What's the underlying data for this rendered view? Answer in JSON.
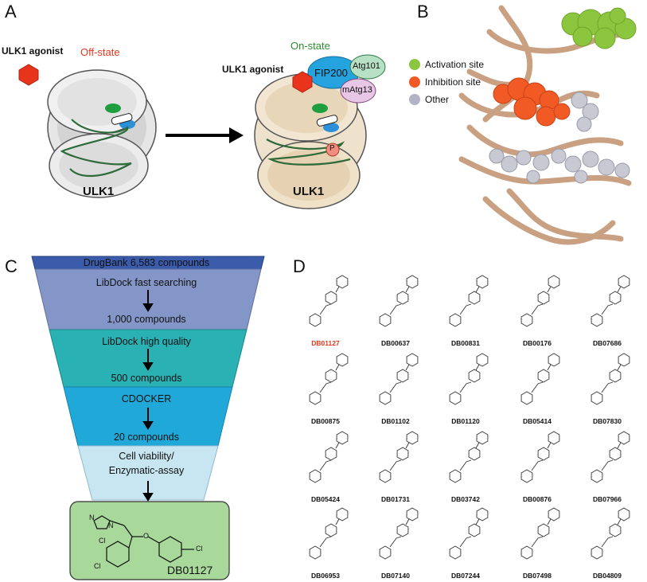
{
  "panels": {
    "a": "A",
    "b": "B",
    "c": "C",
    "d": "D"
  },
  "panel_a": {
    "agonist_left": "ULK1 agonist",
    "off_state": "Off-state",
    "on_state": "On-state",
    "agonist_right": "ULK1 agonist",
    "fip200": "FIP200",
    "atg101": "Atg101",
    "matg13": "mAtg13",
    "phospho": "P",
    "ulk1_left": "ULK1",
    "ulk1_right": "ULK1"
  },
  "panel_b": {
    "legend": [
      {
        "label": "Activation site",
        "color": "#8cc63f"
      },
      {
        "label": "Inhibition site",
        "color": "#f15a24"
      },
      {
        "label": "Other",
        "color": "#b3b3c6"
      }
    ]
  },
  "panel_c": {
    "steps": [
      {
        "line1": "DrugBank 6,583 compounds",
        "color": "#3b5bab"
      },
      {
        "line1": "LibDock fast searching",
        "line2": "1,000  compounds",
        "color": "#8496c8"
      },
      {
        "line1": "LibDock high quality",
        "line2": "500 compounds",
        "color": "#2ab1b3"
      },
      {
        "line1": "CDOCKER",
        "line2": "20  compounds",
        "color": "#20a9d8"
      },
      {
        "line1": "Cell viability/",
        "line2": "Enzymatic-assay",
        "color": "#c8e6f2"
      }
    ],
    "result_label": "DB01127",
    "atom_labels": {
      "n1": "N",
      "n2": "N",
      "cl1": "Cl",
      "cl2": "Cl",
      "cl3": "Cl",
      "o": "O"
    }
  },
  "panel_d": {
    "highlight_color": "#e03a1e",
    "compounds": [
      "DB01127",
      "DB00637",
      "DB00831",
      "DB00176",
      "DB07686",
      "DB00875",
      "DB01102",
      "DB01120",
      "DB05414",
      "DB07830",
      "DB05424",
      "DB01731",
      "DB03742",
      "DB00876",
      "DB07966",
      "DB06953",
      "DB07140",
      "DB07244",
      "DB07498",
      "DB04809"
    ]
  }
}
